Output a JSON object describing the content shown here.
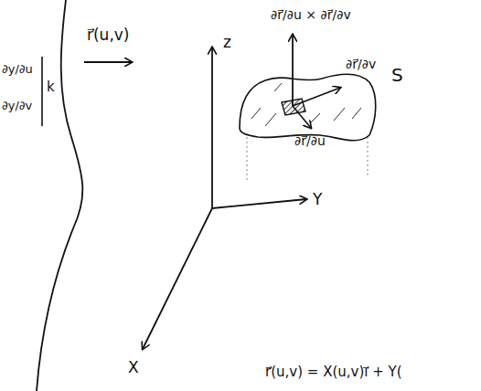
{
  "diagram": {
    "labels": [
      "r⃗(u,v)",
      "z",
      "∂r⃗/∂u × ∂r⃗/∂v",
      "∂r⃗/∂v",
      "∂r⃗/∂u",
      "S",
      "Y",
      "X",
      "∂y/∂u",
      "∂y/∂v",
      "k",
      "r⃗(u,v) = X(u,v)i⃗ + Y("
    ]
  }
}
